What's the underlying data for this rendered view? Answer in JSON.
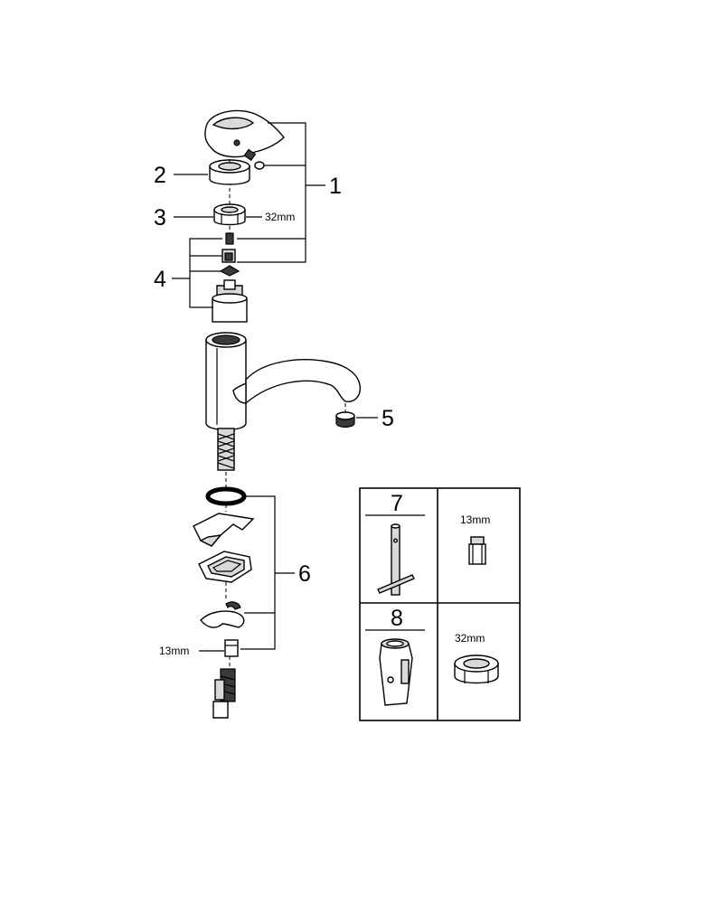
{
  "callouts": {
    "n1": "1",
    "n2": "2",
    "n3": "3",
    "n4": "4",
    "n5": "5",
    "n6": "6",
    "n7": "7",
    "n8": "8"
  },
  "dimensions": {
    "nut_32mm_main": "32mm",
    "nipple_13mm_main": "13mm",
    "tool_13mm": "13mm",
    "tool_32mm": "32mm"
  }
}
